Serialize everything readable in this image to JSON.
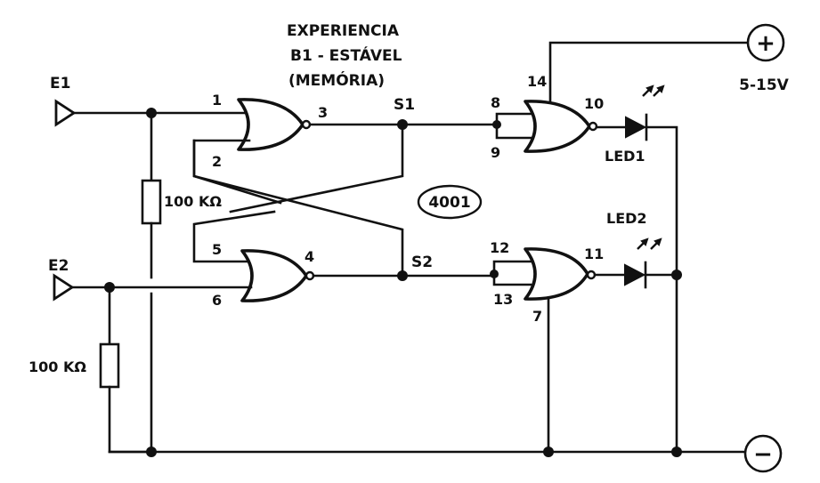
{
  "title": {
    "line1": "EXPERIENCIA",
    "line2": "B1 - ESTÁVEL",
    "line3": "(MEMÓRIA)"
  },
  "inputs": {
    "e1": "E1",
    "e2": "E2"
  },
  "resistors": {
    "r1": "100 KΩ",
    "r2": "100 KΩ"
  },
  "ic_label": "4001",
  "nodes": {
    "s1": "S1",
    "s2": "S2"
  },
  "pins": {
    "p1": "1",
    "p2": "2",
    "p3": "3",
    "p4": "4",
    "p5": "5",
    "p6": "6",
    "p7": "7",
    "p8": "8",
    "p9": "9",
    "p10": "10",
    "p11": "11",
    "p12": "12",
    "p13": "13",
    "p14": "14"
  },
  "leds": {
    "led1": "LED1",
    "led2": "LED2"
  },
  "power": {
    "plus_symbol": "+",
    "minus_symbol": "−",
    "voltage": "5-15V"
  }
}
